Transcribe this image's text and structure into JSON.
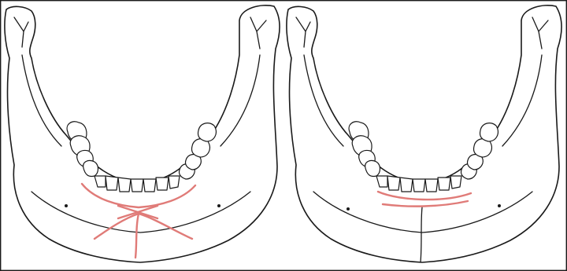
{
  "colors": {
    "outline": "#1a1a1a",
    "background": "#ffffff",
    "wire": "#e07b78"
  },
  "panels": [
    {
      "id": "left-mandible",
      "wire_pattern": "figure-of-eight"
    },
    {
      "id": "right-mandible",
      "wire_pattern": "horizontal-arch-bar"
    }
  ]
}
